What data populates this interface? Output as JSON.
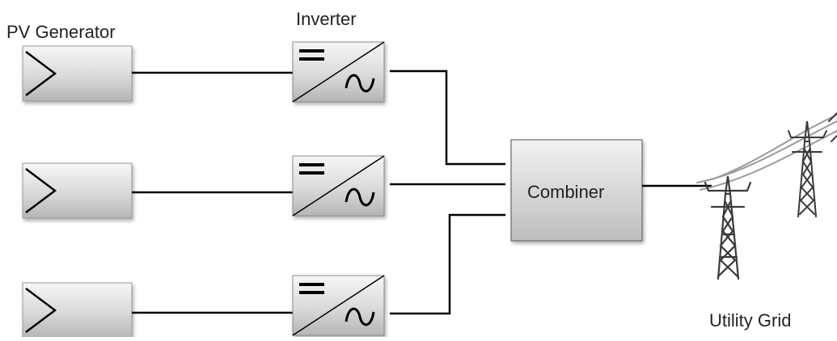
{
  "labels": {
    "pv_generator": "PV Generator",
    "inverter": "Inverter",
    "combiner": "Combiner",
    "utility_grid": "Utility Grid"
  },
  "branches": [
    {
      "pv": "pv-generator-1",
      "inverter": "inverter-1"
    },
    {
      "pv": "pv-generator-2",
      "inverter": "inverter-2"
    },
    {
      "pv": "pv-generator-3",
      "inverter": "inverter-3"
    }
  ],
  "colors": {
    "box_light": "#f3f3f3",
    "box_dark": "#b8b8b8",
    "wire": "#000000",
    "tower": "#3a3a3a"
  }
}
